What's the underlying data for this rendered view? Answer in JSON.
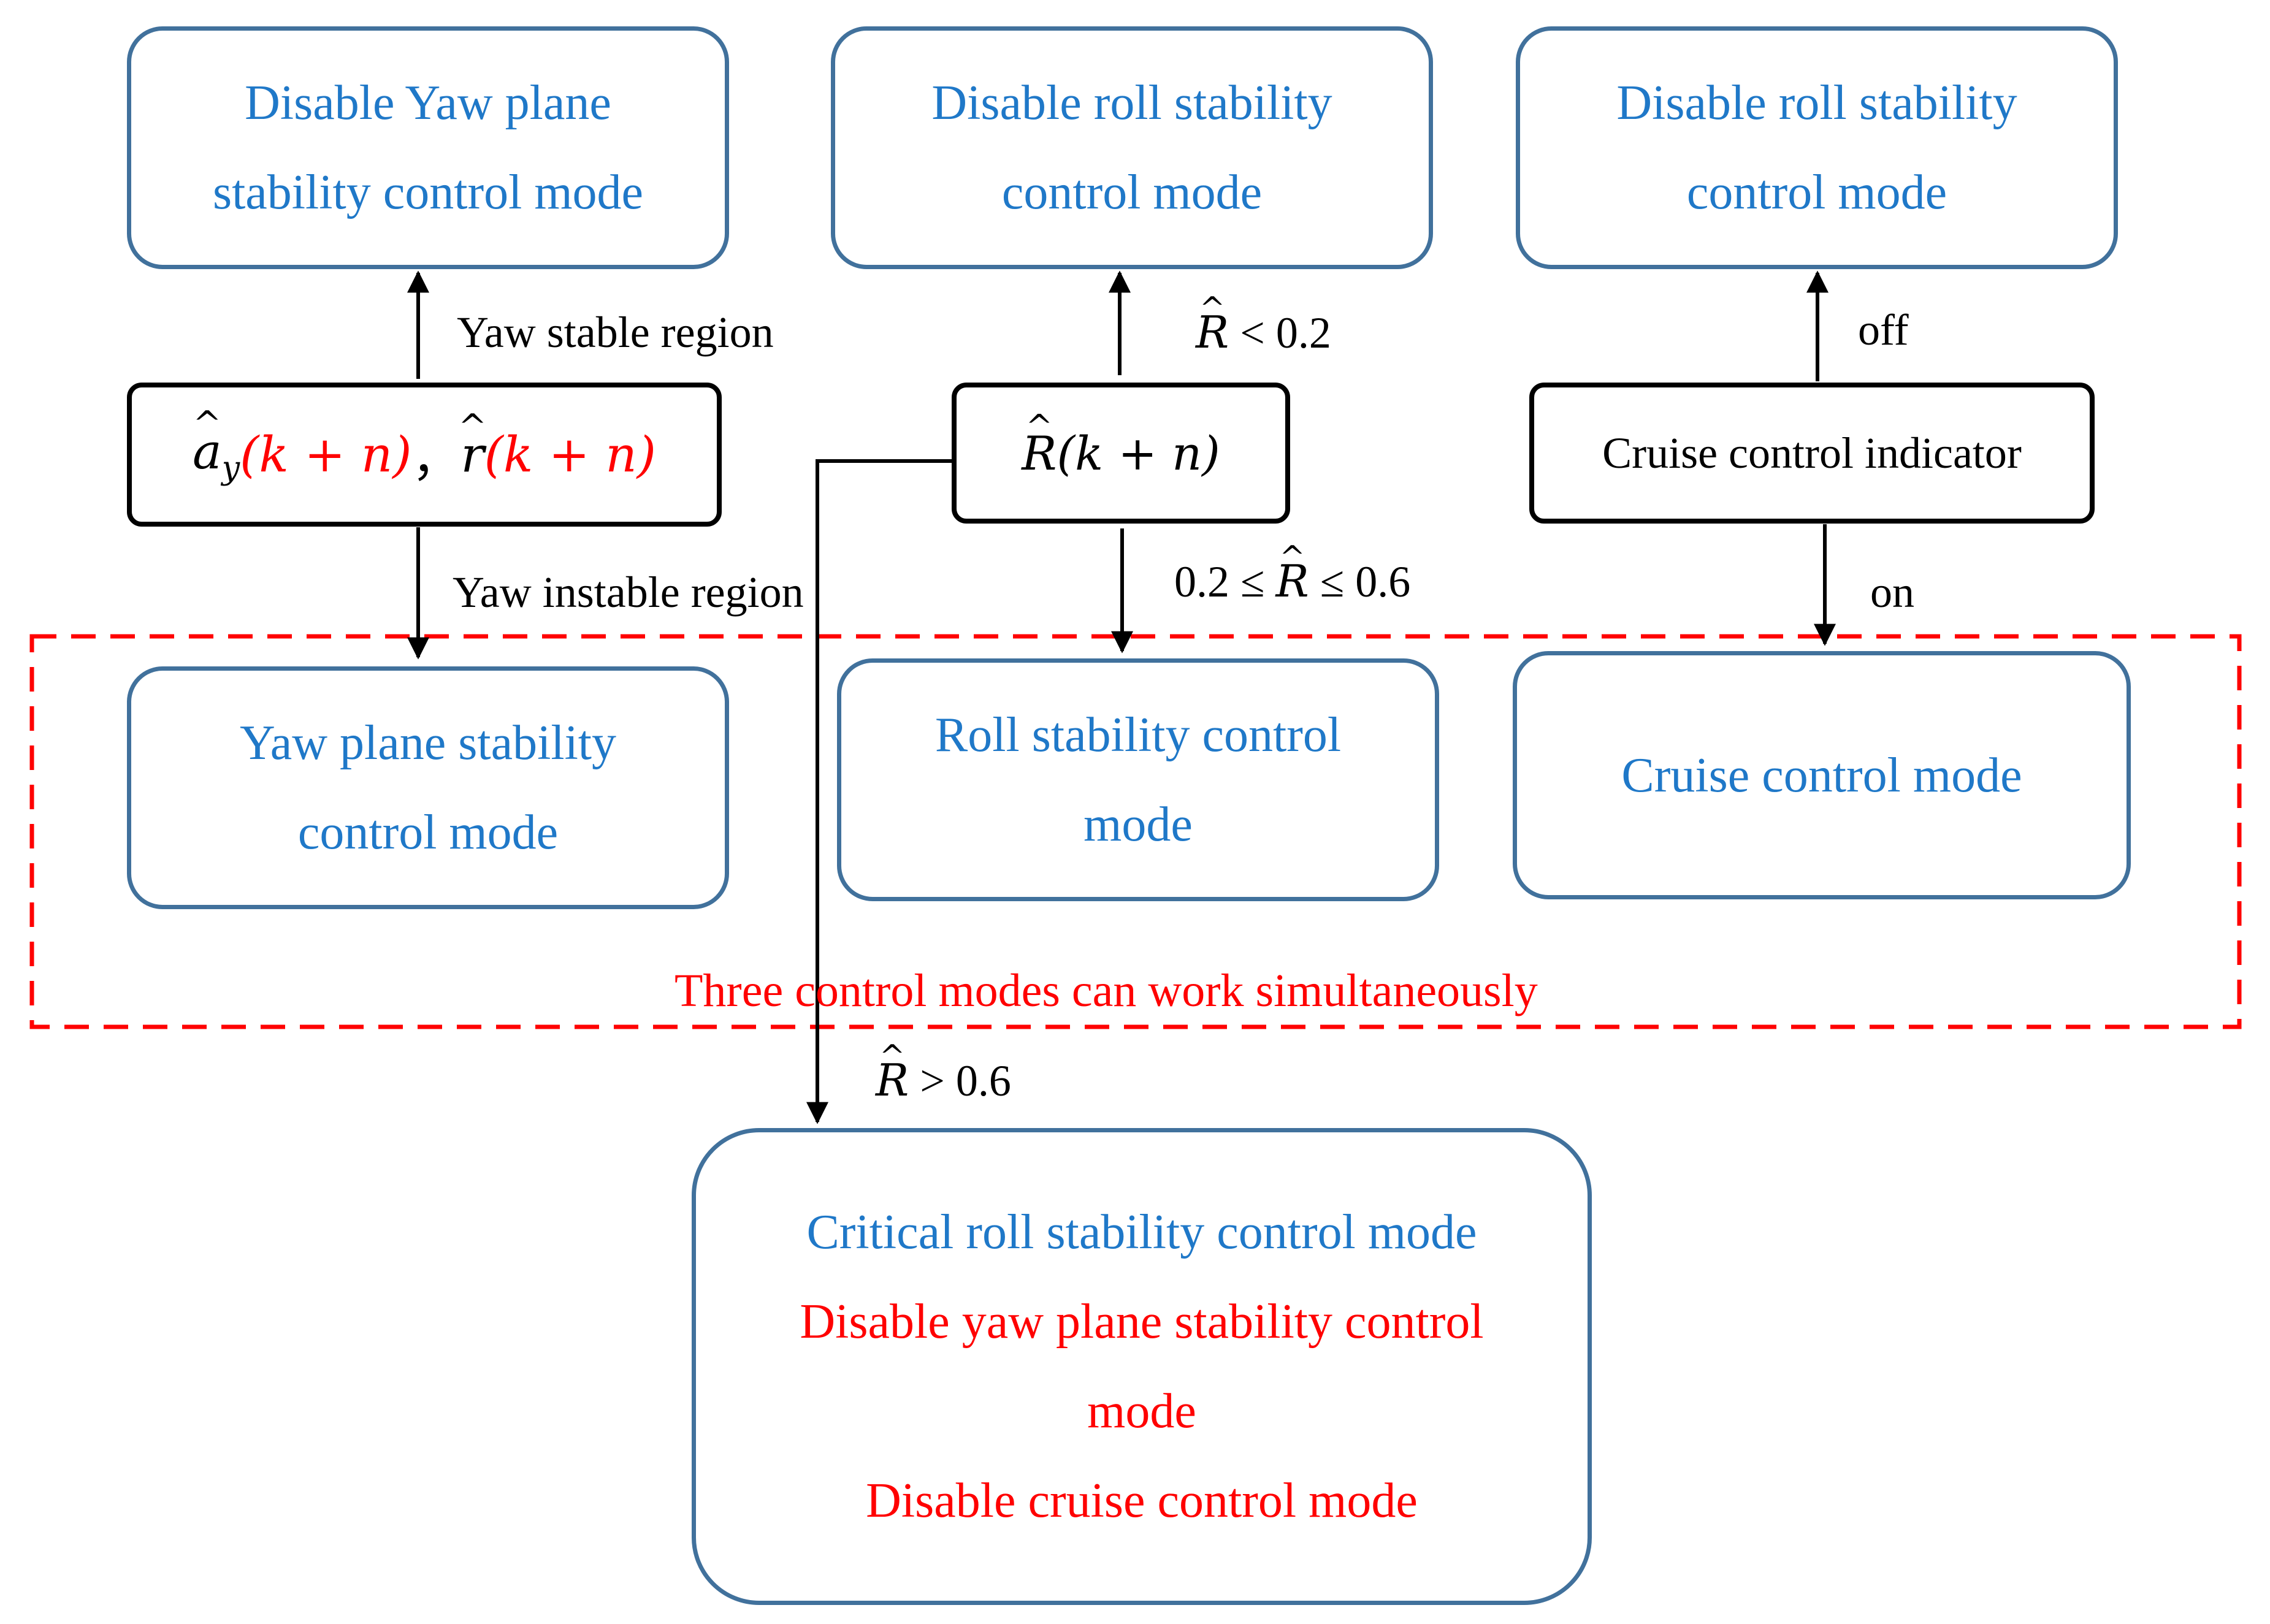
{
  "boxes": {
    "disable_yaw_top": [
      "Disable Yaw plane",
      "stability control mode"
    ],
    "disable_roll_top_mid": [
      "Disable roll stability",
      "control mode"
    ],
    "disable_roll_top_right": [
      "Disable roll stability",
      "control mode"
    ],
    "yaw_mode": [
      "Yaw plane stability",
      "control mode"
    ],
    "roll_mode": [
      "Roll stability control",
      "mode"
    ],
    "cruise_mode": [
      "Cruise control mode"
    ],
    "critical": {
      "line1": "Critical roll stability control mode",
      "line2": "Disable yaw plane stability control",
      "line3": "mode",
      "line4": "Disable cruise control mode"
    }
  },
  "conditions": {
    "yaw_input": {
      "a": "a",
      "sub": "y",
      "arg1": "(k + n)",
      "sep": "，",
      "r": "r",
      "arg2": "(k + n)"
    },
    "roll_input": {
      "R": "R",
      "arg": "(k + n)"
    },
    "cruise_indicator": "Cruise control indicator"
  },
  "edge_labels": {
    "yaw_stable": "Yaw stable region",
    "yaw_instable": "Yaw instable region",
    "r_low": {
      "R": "R",
      "rest": " < 0.2"
    },
    "r_mid": {
      "pre": "0.2 ≤ ",
      "R": "R",
      "rest": " ≤ 0.6"
    },
    "r_high": {
      "R": "R",
      "rest": " > 0.6"
    },
    "off": "off",
    "on": "on"
  },
  "group_note": "Three control modes can work simultaneously",
  "colors": {
    "mode_text": "#1f78c8",
    "mode_border": "#41719c",
    "warning": "#ff0000",
    "line": "#000000"
  }
}
